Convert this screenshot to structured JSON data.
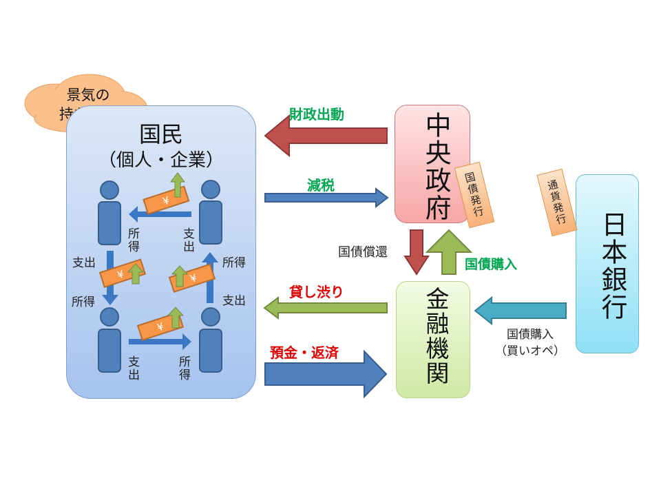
{
  "cloud": {
    "line1": "景気の",
    "line2": "持ち直し"
  },
  "people": {
    "title": "国民",
    "subtitle": "（個人・企業）",
    "labels": {
      "top_income": "所得",
      "top_spend": "支出",
      "left_spend": "支出",
      "left_income": "所得",
      "right_income": "所得",
      "right_spend": "支出",
      "bottom_spend": "支出",
      "bottom_income": "所得"
    },
    "currency_symbol": "¥"
  },
  "government": {
    "name": "中央政府",
    "tag": "国債発行"
  },
  "bank": {
    "name": "金融機関"
  },
  "boj": {
    "name": "日本銀行",
    "tag": "通貨発行"
  },
  "flows": {
    "fiscal_spending": {
      "label": "財政出動",
      "color": "#00a651"
    },
    "tax_cut": {
      "label": "減税",
      "color": "#00a651"
    },
    "bond_redemption": {
      "label": "国債償還",
      "color": "#222222"
    },
    "bond_purchase_bank": {
      "label": "国債購入",
      "color": "#00a651"
    },
    "credit_crunch": {
      "label": "貸し渋り",
      "color": "#e00000"
    },
    "deposit_repay": {
      "label": "預金・返済",
      "color": "#e00000"
    },
    "boj_purchase": {
      "line1": "国債購入",
      "line2": "（買いオペ）",
      "color": "#222222"
    }
  }
}
